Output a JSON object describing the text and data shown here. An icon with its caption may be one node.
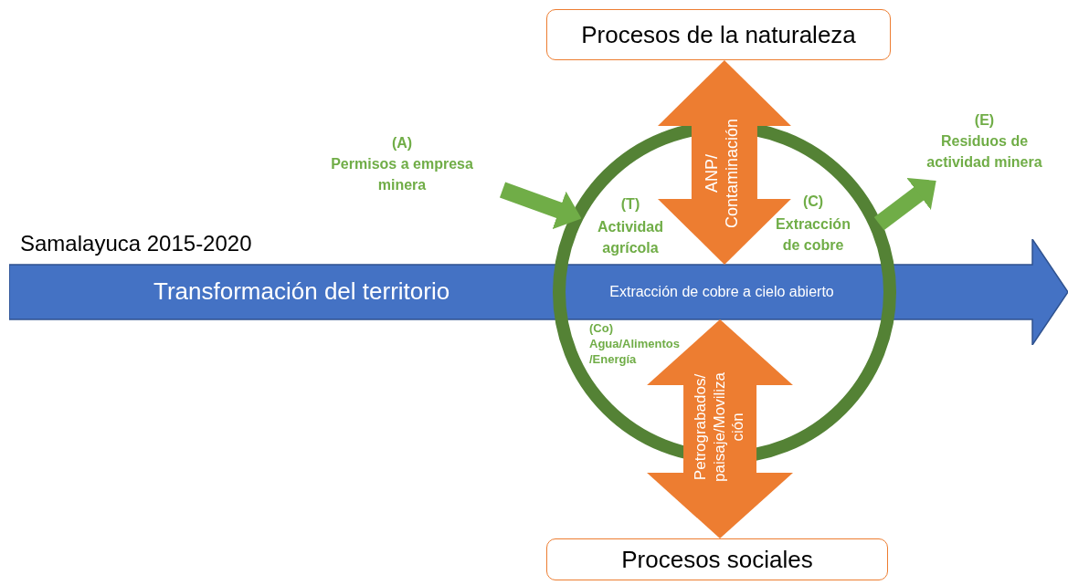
{
  "diagram": {
    "title": "Samalayuca 2015-2020",
    "nodes": [
      {
        "text": [
          "Procesos de la naturaleza"
        ]
      },
      {
        "text": [
          "(A)",
          "Permisos a empresa minera"
        ]
      },
      {
        "text": [
          "(E)",
          "Residuos de actividad minera"
        ]
      },
      {
        "text": [],
        "shape": "circle"
      },
      {
        "text": [
          "Transformación del territorio"
        ]
      },
      {
        "text": [
          "Procesos sociales"
        ]
      }
    ],
    "edges": [
      {
        "from": 3,
        "to": 0,
        "arrow": "both",
        "label": "ANP/ Contaminación",
        "style": "thick",
        "color": "#ed7d31"
      },
      {
        "from": 3,
        "to": 5,
        "arrow": "both",
        "label": "Petrograbados/ paisaje/Moviliza ción",
        "style": "thick",
        "color": "#ed7d31"
      },
      {
        "from": 1,
        "to": 3,
        "arrow": "to",
        "color": "#70ad47"
      },
      {
        "from": 3,
        "to": 2,
        "arrow": "to",
        "color": "#70ad47"
      }
    ],
    "labels": [
      "(T)",
      "Actividad agrícola",
      "(C)",
      "Extracción de cobre",
      "Extracción de cobre a cielo abierto",
      "(Co)",
      "Agua/Alimentos /Energía"
    ]
  }
}
